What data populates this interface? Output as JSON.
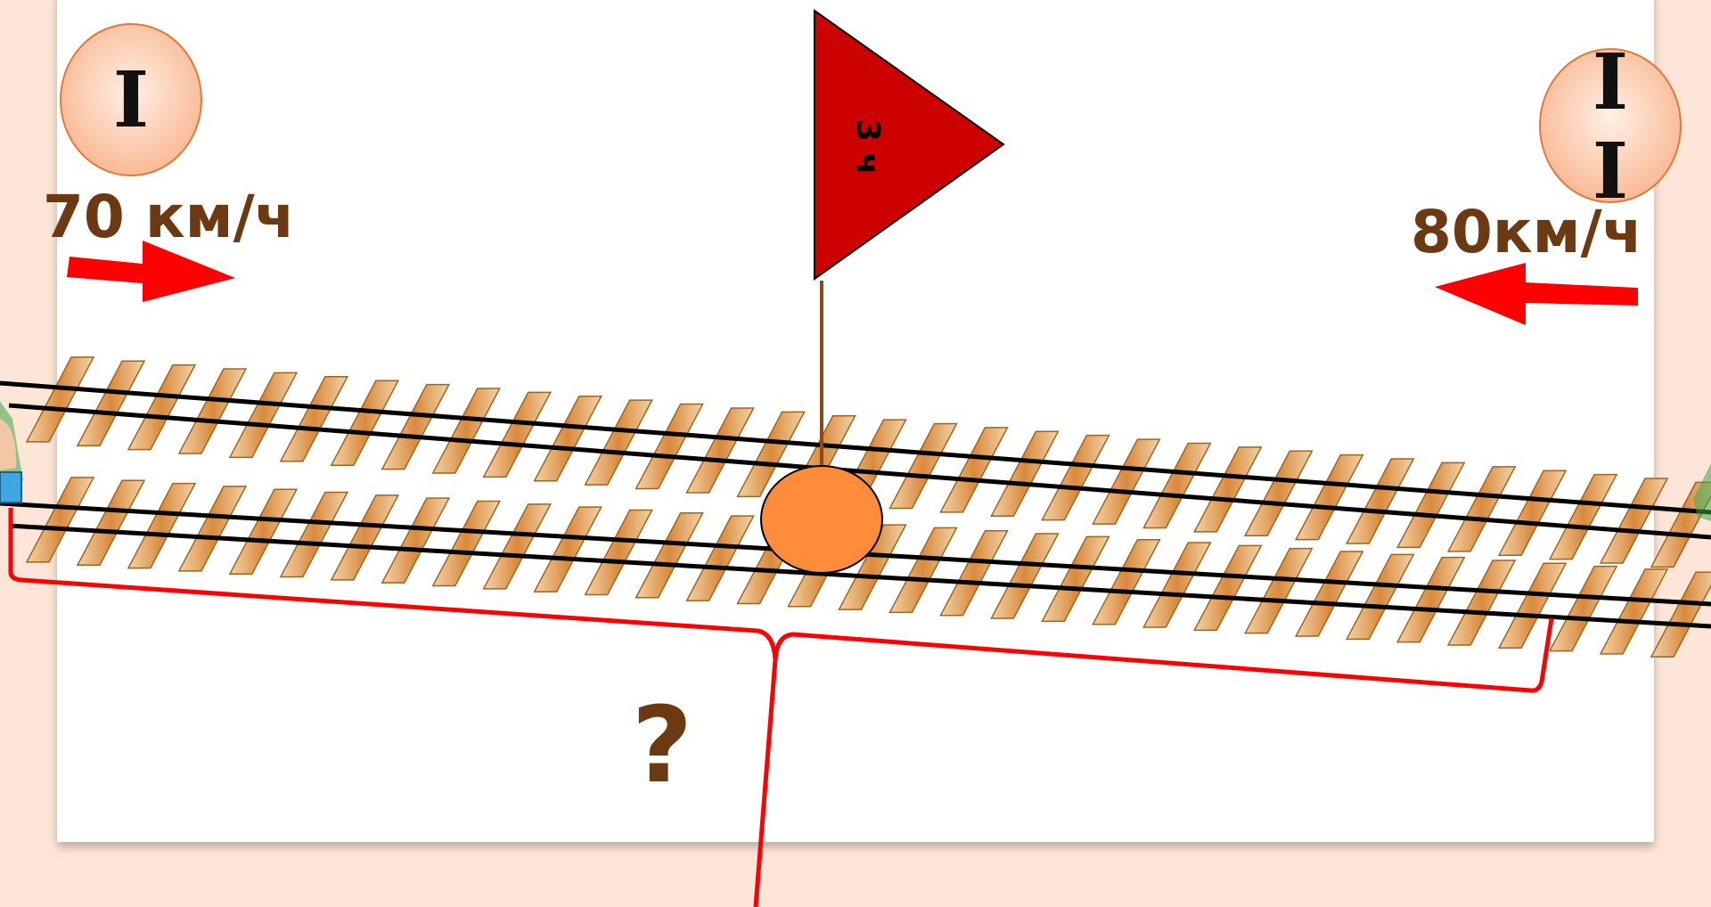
{
  "train_1": {
    "number": "I",
    "speed": "70 км/ч",
    "direction": "right",
    "arrow_color": "#ff0000"
  },
  "train_2": {
    "number_top": "I",
    "number_bottom": "I",
    "speed": "80км/ч",
    "direction": "left",
    "arrow_color": "#ff0000"
  },
  "flag": {
    "time": "3 ч",
    "color": "#cc0000"
  },
  "meeting_point": {
    "color": "#ff8c3a"
  },
  "distance_brace": {
    "label": "?",
    "color": "#ff0000"
  },
  "colors": {
    "page_background": "#fde6d8",
    "slide_background": "#ffffff",
    "label_text": "#6b3a12",
    "badge_fill": "#fbc3a3",
    "sleeper": "#d98a3d",
    "rail": "#000000"
  },
  "icons": [
    "train-1-badge",
    "train-2-badge",
    "right-arrow-icon",
    "left-arrow-icon",
    "flag-icon",
    "meeting-point-icon",
    "curly-brace-icon"
  ]
}
